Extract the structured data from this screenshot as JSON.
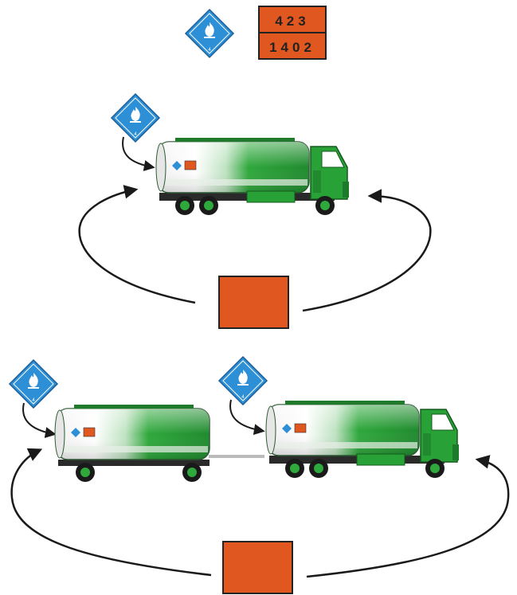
{
  "colors": {
    "placard_blue": "#2d8fd6",
    "placard_border": "#1c5e9a",
    "orange_plate": "#e0571f",
    "tank_green": "#28a236",
    "tank_dark_green": "#1c7a2a",
    "arrow": "#1a1a1a"
  },
  "top_marks": {
    "hazard_label_icon": "flame-icon",
    "hazard_label_class": "4",
    "orange_plate": {
      "hazard_number": "423",
      "un_number": "1402"
    }
  },
  "vehicles": [
    {
      "type": "tank-truck",
      "placards": [
        "side-left"
      ],
      "orange_plates": 1
    },
    {
      "type": "tank-truck-with-trailer",
      "placards": [
        "trailer-left",
        "truck-left"
      ],
      "orange_plates": 1
    }
  ]
}
